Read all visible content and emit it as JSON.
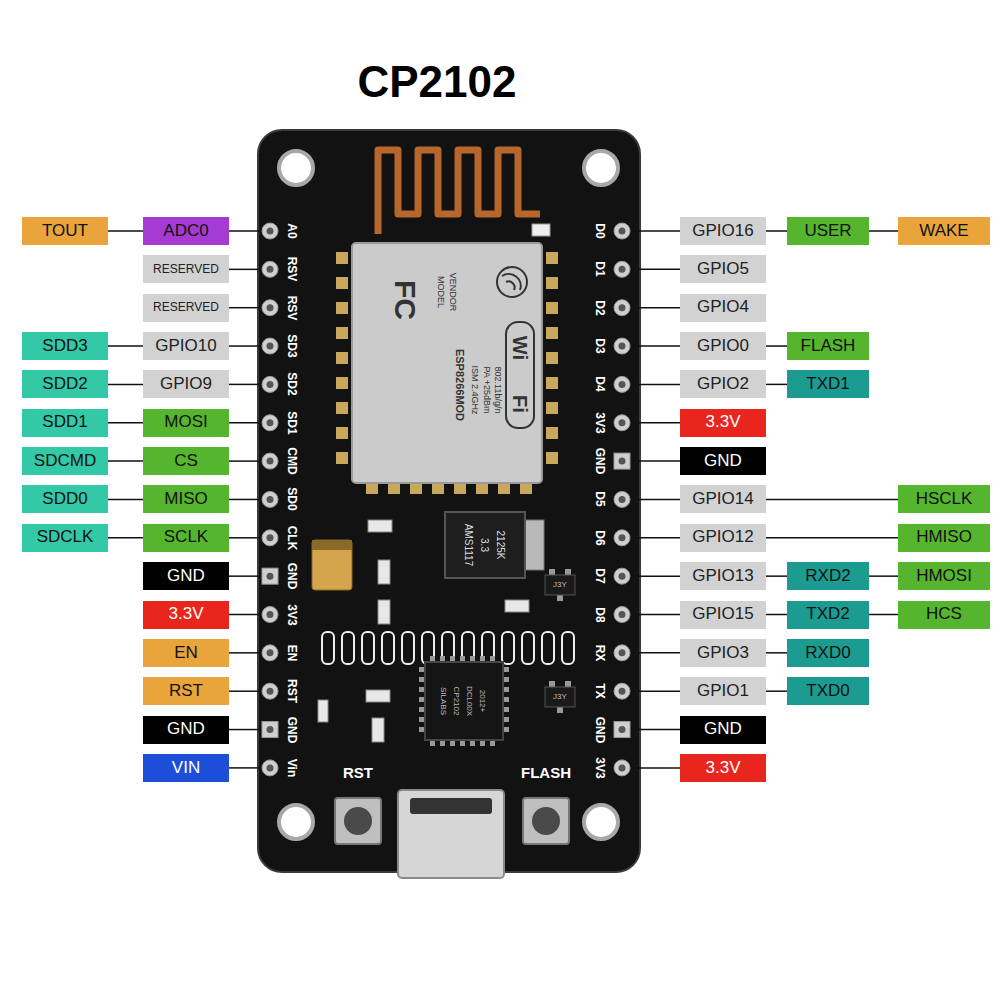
{
  "diagram": {
    "title": "CP2102",
    "nodes": [
      {
        "text": [
          "TOUT"
        ]
      },
      {
        "text": [
          "ADC0"
        ]
      },
      {
        "text": [
          "GPIO16"
        ]
      },
      {
        "text": [
          "USER"
        ]
      },
      {
        "text": [
          "WAKE"
        ]
      },
      {
        "text": [
          "RESERVED"
        ]
      },
      {
        "text": [
          "GPIO5"
        ]
      },
      {
        "text": [
          "RESERVED"
        ]
      },
      {
        "text": [
          "GPIO4"
        ]
      },
      {
        "text": [
          "SDD3"
        ]
      },
      {
        "text": [
          "GPIO10"
        ]
      },
      {
        "text": [
          "GPIO0"
        ]
      },
      {
        "text": [
          "FLASH"
        ]
      },
      {
        "text": [
          "SDD2"
        ]
      },
      {
        "text": [
          "GPIO9"
        ]
      },
      {
        "text": [
          "GPIO2"
        ]
      },
      {
        "text": [
          "TXD1"
        ]
      },
      {
        "text": [
          "SDD1"
        ]
      },
      {
        "text": [
          "MOSI"
        ]
      },
      {
        "text": [
          "3.3V"
        ]
      },
      {
        "text": [
          "SDCMD"
        ]
      },
      {
        "text": [
          "CS"
        ]
      },
      {
        "text": [
          "GND"
        ]
      },
      {
        "text": [
          "SDD0"
        ]
      },
      {
        "text": [
          "MISO"
        ]
      },
      {
        "text": [
          "GPIO14"
        ]
      },
      {
        "text": [
          "HSCLK"
        ]
      },
      {
        "text": [
          "SDCLK"
        ]
      },
      {
        "text": [
          "SCLK"
        ]
      },
      {
        "text": [
          "GPIO12"
        ]
      },
      {
        "text": [
          "HMISO"
        ]
      },
      {
        "text": [
          "GND"
        ]
      },
      {
        "text": [
          "GPIO13"
        ]
      },
      {
        "text": [
          "RXD2"
        ]
      },
      {
        "text": [
          "HMOSI"
        ]
      },
      {
        "text": [
          "3.3V"
        ]
      },
      {
        "text": [
          "GPIO15"
        ]
      },
      {
        "text": [
          "TXD2"
        ]
      },
      {
        "text": [
          "HCS"
        ]
      },
      {
        "text": [
          "EN"
        ]
      },
      {
        "text": [
          "GPIO3"
        ]
      },
      {
        "text": [
          "RXD0"
        ]
      },
      {
        "text": [
          "RST"
        ]
      },
      {
        "text": [
          "GPIO1"
        ]
      },
      {
        "text": [
          "TXD0"
        ]
      },
      {
        "text": [
          "GND"
        ]
      },
      {
        "text": [
          "GND"
        ]
      },
      {
        "text": [
          "VIN"
        ]
      },
      {
        "text": [
          "3.3V"
        ]
      }
    ],
    "edges": [
      {
        "from": 0,
        "to": 1,
        "arrow": "none"
      },
      {
        "from": 2,
        "to": 3,
        "arrow": "none"
      },
      {
        "from": 3,
        "to": 4,
        "arrow": "none"
      },
      {
        "from": 9,
        "to": 10,
        "arrow": "none"
      },
      {
        "from": 11,
        "to": 12,
        "arrow": "none"
      },
      {
        "from": 13,
        "to": 14,
        "arrow": "none"
      },
      {
        "from": 15,
        "to": 16,
        "arrow": "none"
      },
      {
        "from": 17,
        "to": 18,
        "arrow": "none"
      },
      {
        "from": 20,
        "to": 21,
        "arrow": "none"
      },
      {
        "from": 23,
        "to": 24,
        "arrow": "none"
      },
      {
        "from": 25,
        "to": 26,
        "arrow": "none"
      },
      {
        "from": 27,
        "to": 28,
        "arrow": "none"
      },
      {
        "from": 29,
        "to": 30,
        "arrow": "none"
      },
      {
        "from": 32,
        "to": 33,
        "arrow": "none"
      },
      {
        "from": 33,
        "to": 34,
        "arrow": "none"
      },
      {
        "from": 36,
        "to": 37,
        "arrow": "none"
      },
      {
        "from": 37,
        "to": 38,
        "arrow": "none"
      },
      {
        "from": 40,
        "to": 41,
        "arrow": "none"
      },
      {
        "from": 43,
        "to": 44,
        "arrow": "none"
      }
    ],
    "labels": [
      "A0",
      "RSV",
      "RSV",
      "SD3",
      "SD2",
      "SD1",
      "CMD",
      "SD0",
      "CLK",
      "GND",
      "3V3",
      "EN",
      "RST",
      "GND",
      "Vin",
      "D0",
      "D1",
      "D2",
      "D3",
      "D4",
      "3V3",
      "GND",
      "D5",
      "D6",
      "D7",
      "D8",
      "RX",
      "TX",
      "GND",
      "3V3",
      "RST",
      "FLASH",
      "FC",
      "MODEL",
      "VENDOR",
      "ESP8266MOD",
      "ISM 2.4GHz",
      "PA +25dBm",
      "802.11b/g/n",
      "Wi",
      "Fi",
      "AMS1117",
      "3.3",
      "2125K",
      "SILABS",
      "CP2102",
      "DCL00X",
      "2012+",
      "J3Y",
      "J3Y"
    ]
  }
}
